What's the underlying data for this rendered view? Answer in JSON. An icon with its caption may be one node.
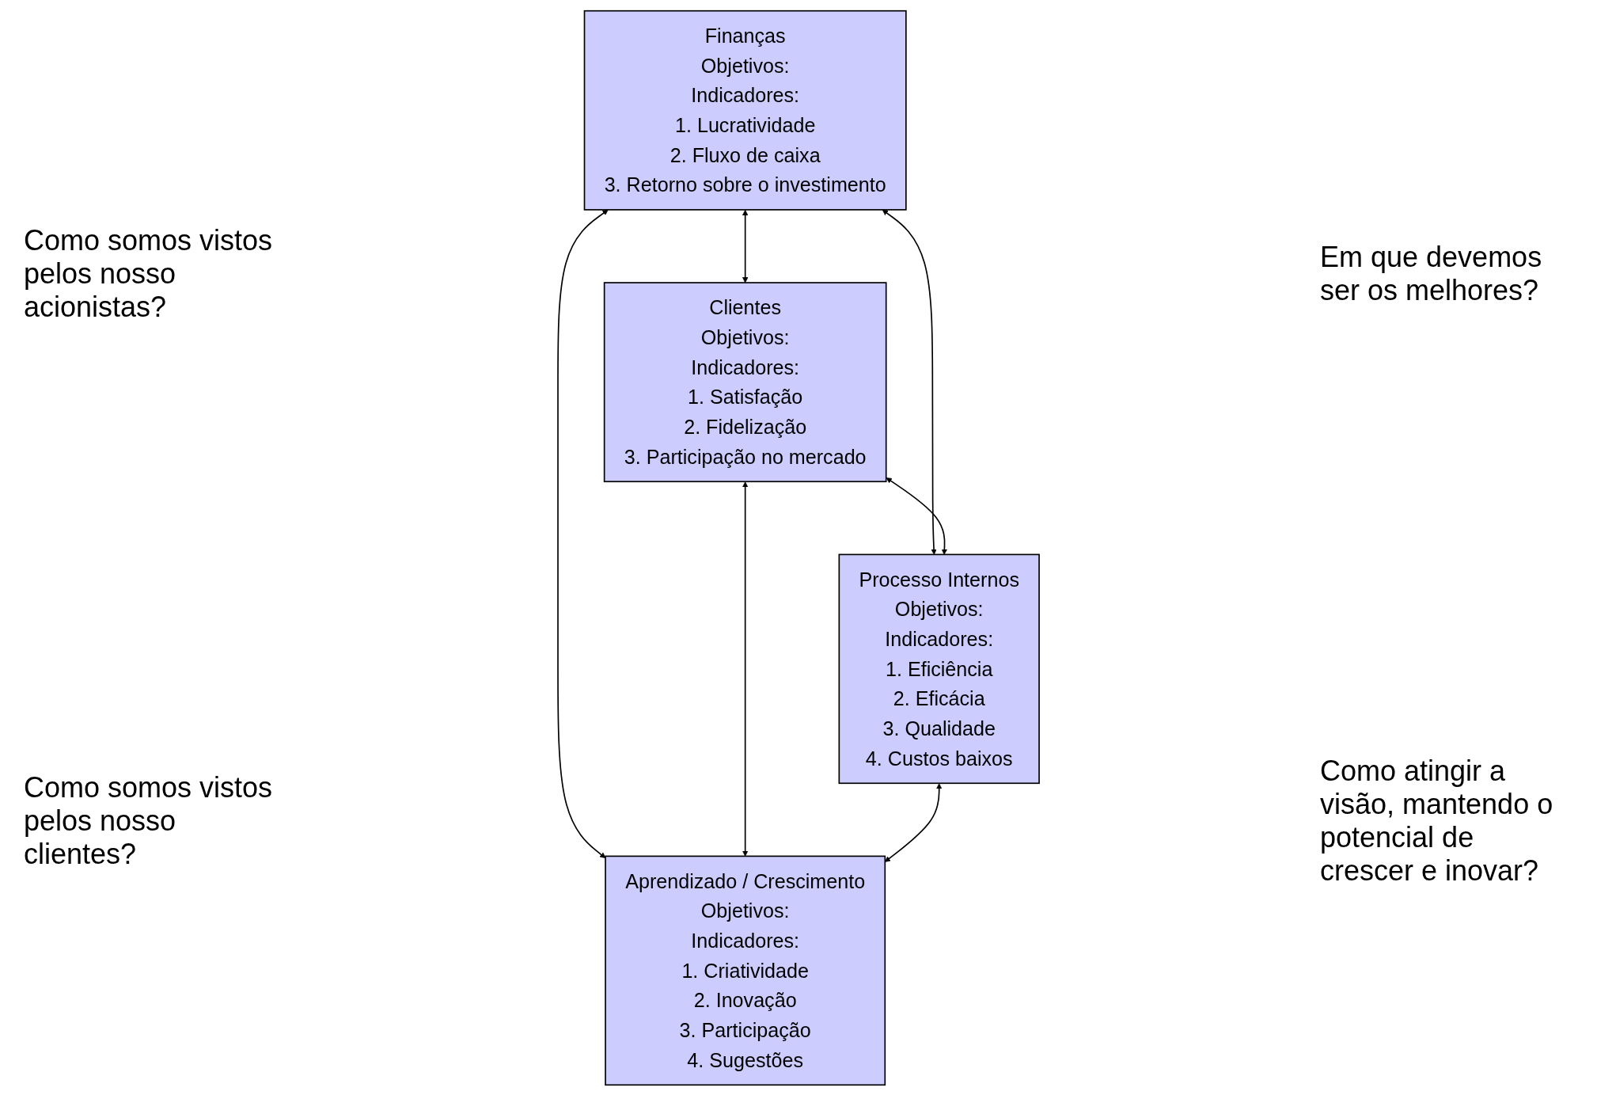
{
  "diagram": {
    "nodes": [
      {
        "text": [
          "Finanças",
          "Objetivos:",
          "Indicadores:",
          "1. Lucratividade",
          "2. Fluxo de caixa",
          "3. Retorno sobre o investimento"
        ]
      },
      {
        "text": [
          "Clientes",
          "Objetivos:",
          "Indicadores:",
          "1. Satisfação",
          "2. Fidelização",
          "3. Participação no mercado"
        ]
      },
      {
        "text": [
          "Processo Internos",
          "Objetivos:",
          "Indicadores:",
          "1. Eficiência",
          "2. Eficácia",
          "3. Qualidade",
          "4. Custos baixos"
        ]
      },
      {
        "text": [
          "Aprendizado / Crescimento",
          "Objetivos:",
          "Indicadores:",
          "1. Criatividade",
          "2. Inovação",
          "3. Participação",
          "4. Sugestões"
        ]
      }
    ],
    "edges": [
      {
        "from": 0,
        "to": 1,
        "arrow": "both"
      },
      {
        "from": 0,
        "to": 2,
        "arrow": "both"
      },
      {
        "from": 0,
        "to": 3,
        "arrow": "both"
      },
      {
        "from": 1,
        "to": 2,
        "arrow": "both"
      },
      {
        "from": 1,
        "to": 3,
        "arrow": "both"
      },
      {
        "from": 2,
        "to": 3,
        "arrow": "both"
      }
    ],
    "labels": [
      "Como somos vistos pelos nosso acionistas?",
      "Em que devemos ser os melhores?",
      "Como somos vistos pelos nosso clientes?",
      "Como atingir a visão, mantendo o potencial de crescer e inovar?"
    ]
  }
}
